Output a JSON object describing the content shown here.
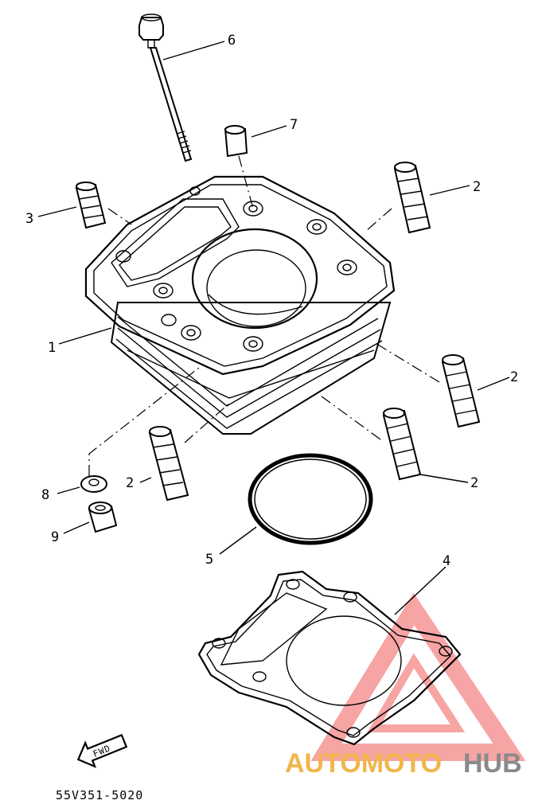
{
  "callouts": {
    "c1": "1",
    "c2a": "2",
    "c2b": "2",
    "c2c": "2",
    "c2d": "2",
    "c3": "3",
    "c4": "4",
    "c5": "5",
    "c6": "6",
    "c7": "7",
    "c8": "8",
    "c9": "9"
  },
  "fwd_label": "FWD",
  "diagram_code": "55V351-5020",
  "watermark": {
    "part1": "AUTOMOTO",
    "part2": "HUB",
    "color_primary": "#f0b64a",
    "color_secondary": "#8a8a8a",
    "logo_color": "#f05a5a"
  }
}
